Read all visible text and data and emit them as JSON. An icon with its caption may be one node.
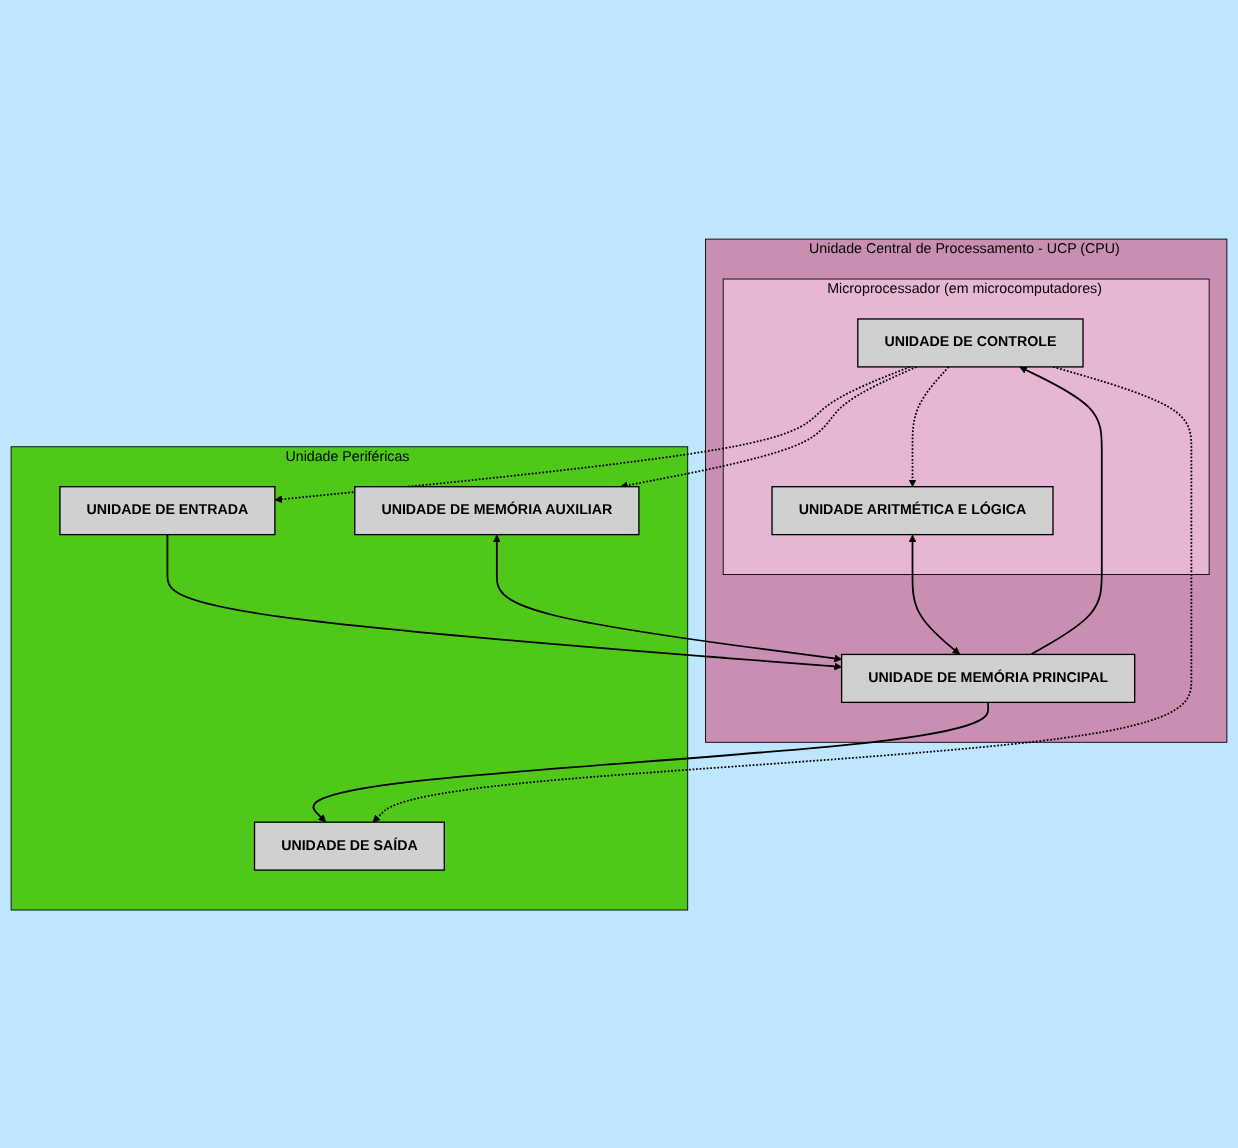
{
  "diagram": {
    "nodes": [
      {
        "text": [
          "Unidade Central de Processamento - UCP (CPU)"
        ]
      },
      {
        "text": [
          "Microprocessador (em microcomputadores)"
        ],
        "in": 0
      },
      {
        "text": [
          "UNIDADE DE CONTROLE"
        ],
        "in": 1
      },
      {
        "text": [
          "UNIDADE ARITMÉTICA E LÓGICA"
        ],
        "in": 1
      },
      {
        "text": [
          "UNIDADE DE MEMÓRIA PRINCIPAL"
        ],
        "in": 0
      },
      {
        "text": [
          "Unidade Periféricas"
        ]
      },
      {
        "text": [
          "UNIDADE DE ENTRADA"
        ],
        "in": 5
      },
      {
        "text": [
          "UNIDADE DE SAÍDA"
        ],
        "in": 5
      },
      {
        "text": [
          "UNIDADE DE MEMÓRIA AUXILIAR"
        ],
        "in": 5
      }
    ],
    "edges": [
      {
        "from": 2,
        "to": 3,
        "arrow": "to",
        "style": "dashed"
      },
      {
        "from": 4,
        "to": 2,
        "arrow": "to"
      },
      {
        "from": 3,
        "to": 4,
        "arrow": "both"
      },
      {
        "from": 6,
        "to": 4,
        "arrow": "to"
      },
      {
        "from": 4,
        "to": 7,
        "arrow": "to"
      },
      {
        "from": 8,
        "to": 4,
        "arrow": "both"
      },
      {
        "from": 2,
        "to": 6,
        "arrow": "to",
        "style": "dashed"
      },
      {
        "from": 2,
        "to": 7,
        "arrow": "to",
        "style": "dashed"
      },
      {
        "from": 2,
        "to": 8,
        "arrow": "to",
        "style": "dashed"
      }
    ]
  }
}
